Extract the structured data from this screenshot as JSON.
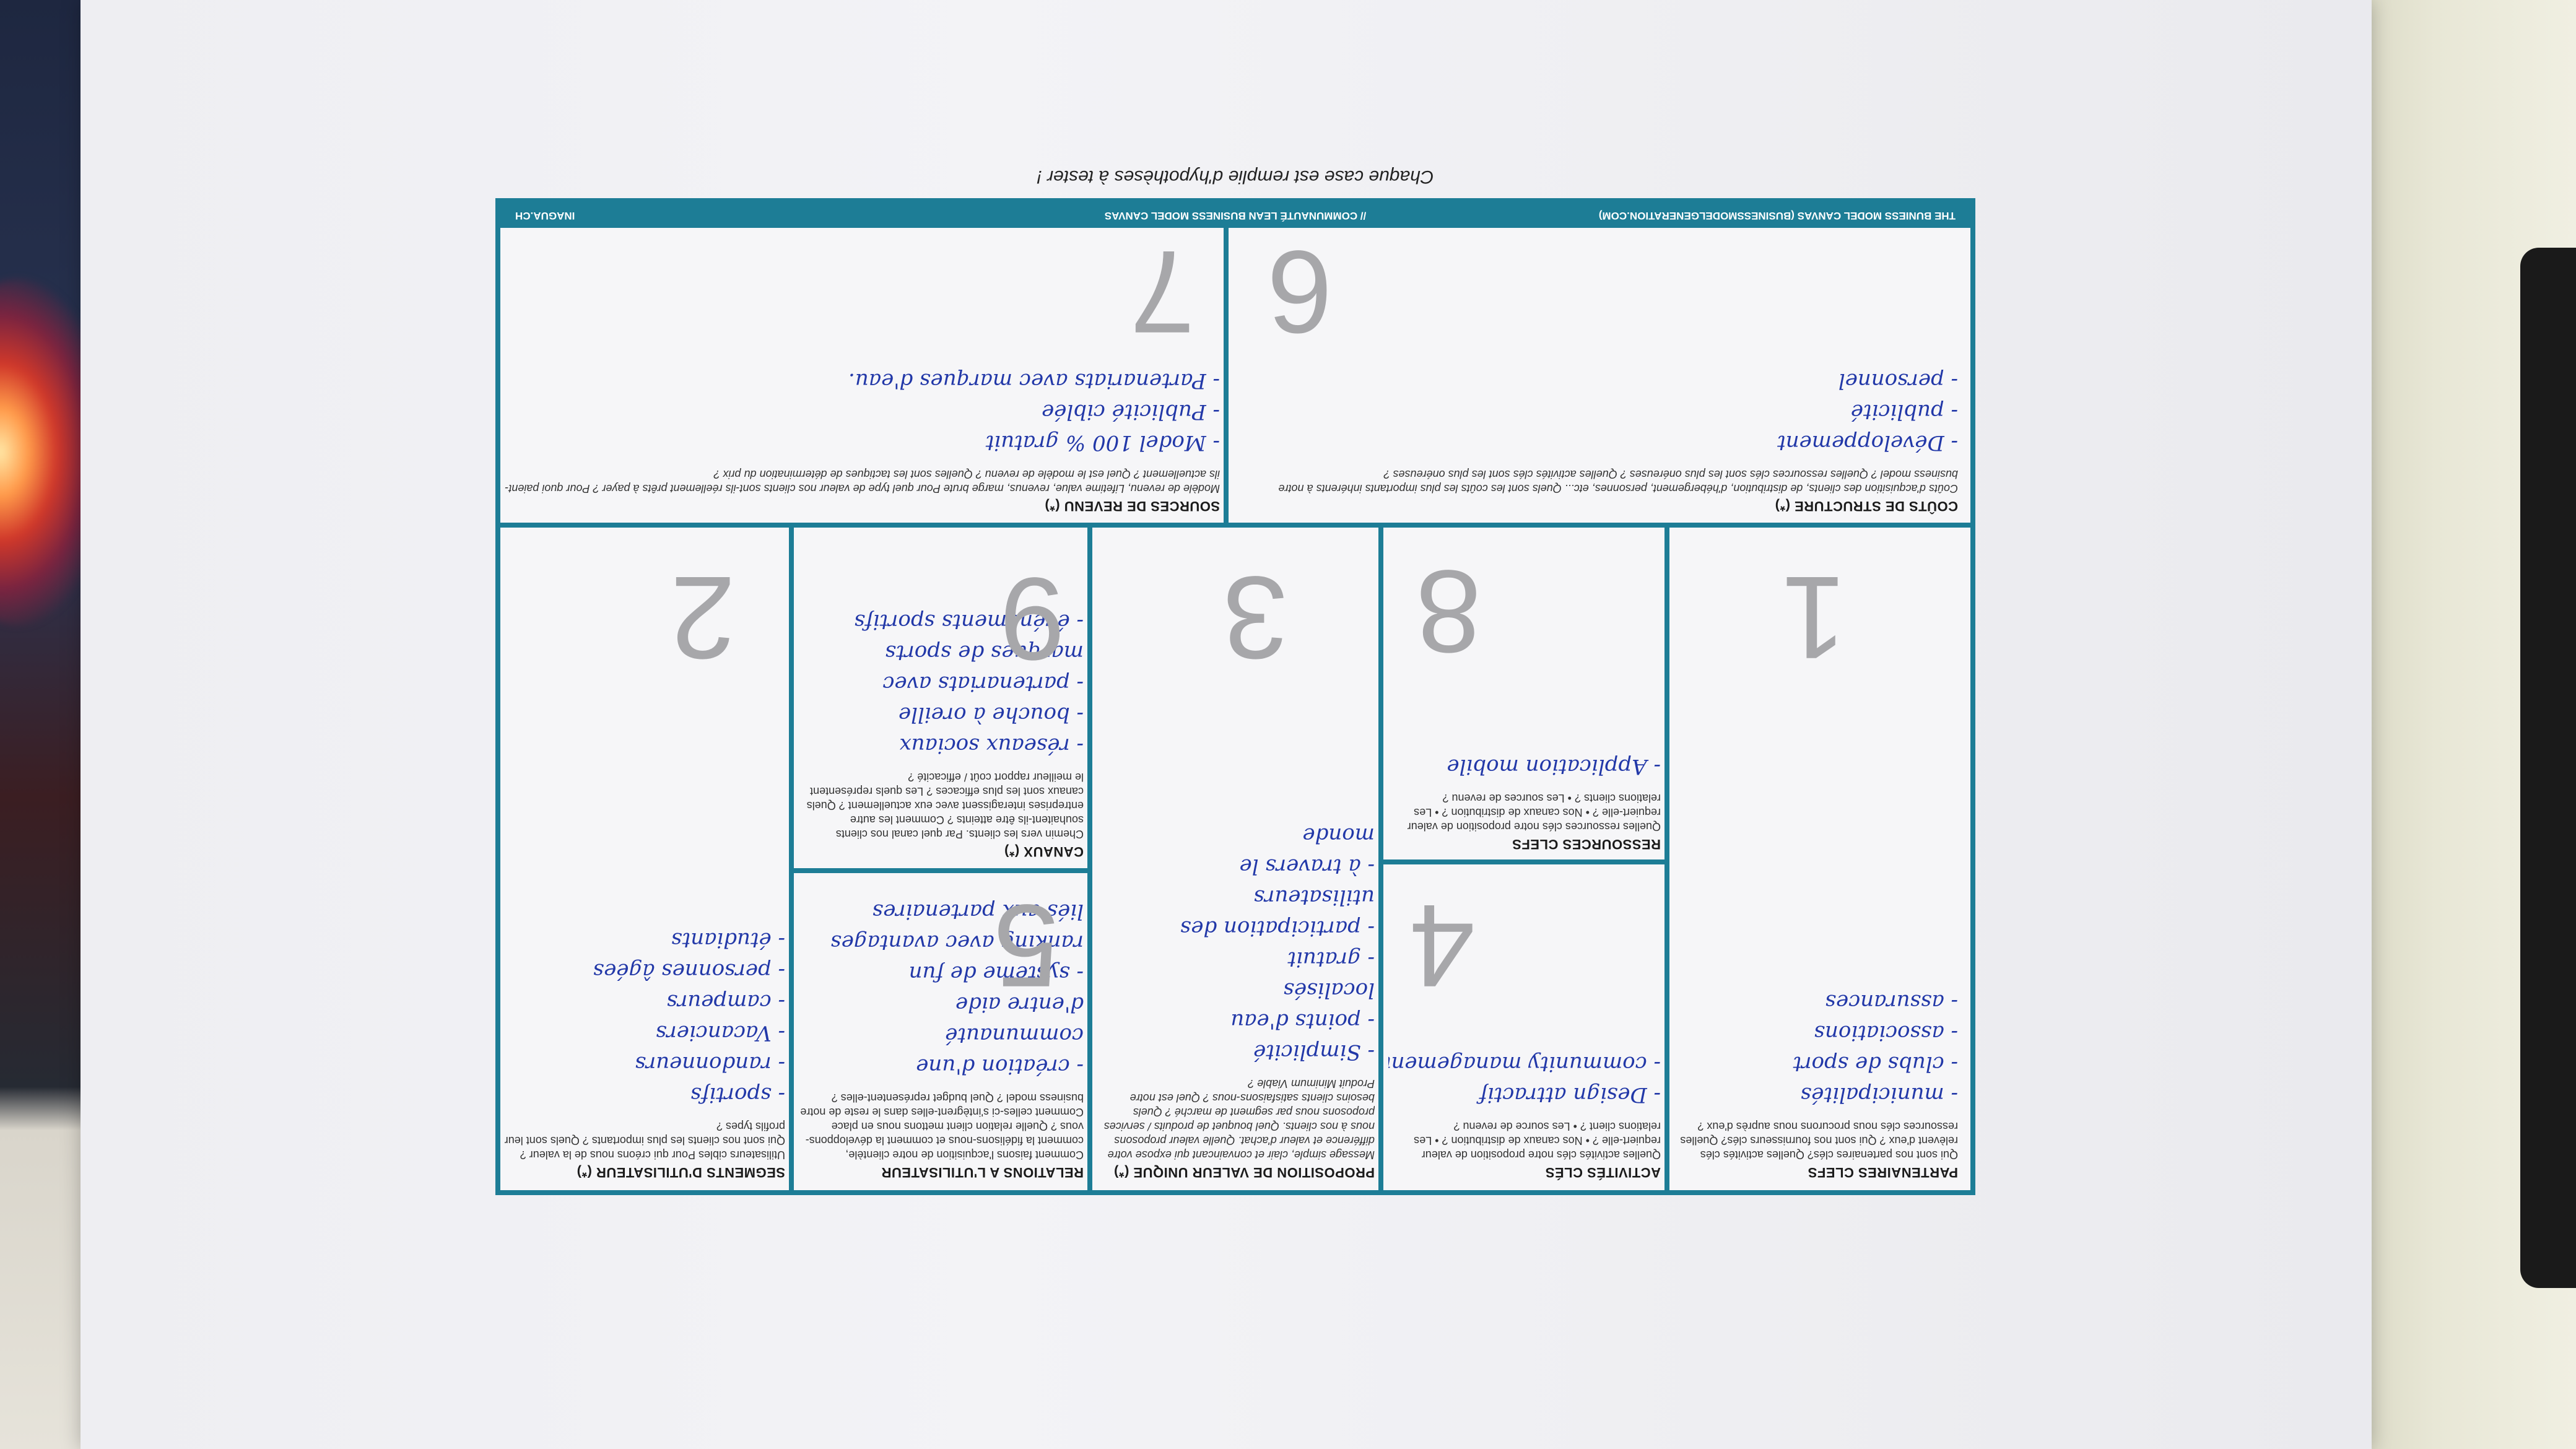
{
  "header": {
    "caption": "Chaque case est remplie d'hypothèses à tester !"
  },
  "footer": {
    "left": "THE BUNIESS MODEL CANVAS (BUSINESSMODELGENERATION.COM)",
    "middle": "// COMMUNAUTÉ LEAN BUSINESS MODEL CANVAS",
    "right": "INAGUA.CH"
  },
  "cells": {
    "partenaires": {
      "title": "PARTENAIRES CLEFS",
      "desc": "Qui sont nos partenaires clés? Quelles activités clés relèvent d'eux ? Qui sont nos fournisseurs clés? Quelles ressources clés nous procurons nous auprès d'eux ?",
      "number": "1",
      "notes": [
        "- municipalités",
        "- clubs de sport",
        "- associations",
        "- assurances"
      ]
    },
    "activites": {
      "title": "ACTIVITÉS CLÉS",
      "desc": "Quelles activités clés notre proposition de valeur requiert-elle ? • Nos canaux de distribution ? • Les relations client ? • Les source de revenu ?",
      "number": "4",
      "notes": [
        "- Design attractif",
        "- community management"
      ]
    },
    "ressources": {
      "title": "RESSOURCES CLEFS",
      "desc": "Quelles ressources clés notre proposition de valeur requiert-elle ? • Nos canaux de distribution ? • Les relations clients ? • Les sources de revenu ?",
      "number": "8",
      "notes": [
        "- Application mobile"
      ]
    },
    "proposition": {
      "title": "PROPOSITION DE VALEUR UNIQUE (*)",
      "desc": "Message simple, clair et convaincant qui expose votre différence et valeur d'achat. Quelle valeur proposons nous à nos clients. Quel bouquet de produits / services proposons nous par segment de marché ? Quels besoins clients satisfaisons-nous ? Quel est notre Produit Minimum Viable ?",
      "number": "3",
      "notes": [
        "- Simplicité",
        "- points d'eau",
        "  localisés",
        "- gratuit",
        "- participation des",
        "  utilisateurs",
        "- à travers le",
        "  monde"
      ]
    },
    "relations": {
      "title": "RELATIONS A L'UTILISATEUR",
      "desc": "Comment faisons l'acquisition de notre clientèle, comment la fidélisons-nous et comment la développons-vous ? Quelle relation client mettons nous en place Comment celles-ci s'intègrent-elles dans le reste de notre business model ? Quel budget représentent-elles ?",
      "number": "5",
      "notes": [
        "- création d'une",
        "  communauté",
        "  d'entre aide",
        "- système de fun",
        "  ranking avec avantages",
        "  liés aux partenaires"
      ]
    },
    "canaux": {
      "title": "CANAUX (*)",
      "desc": "Chemin vers les clients. Par quel canal nos clients souhaitent-ils être atteints ? Comment les autre entreprises interagissent avec eux actuellement ? Quels canaux sont les plus efficaces ? Les quels représentent le meilleur rapport coût / efficacité ?",
      "number": "9",
      "notes": [
        "- réseaux sociaux",
        "- bouche à oreille",
        "- partenariats avec",
        "  marques de sports",
        "- événements sportifs"
      ]
    },
    "segments": {
      "title": "SEGMENTS D'UTILISATEUR (*)",
      "desc": "Utilisateurs cibles Pour qui créons nous de la valeur ? Qui sont nos clients les plus importants ? Quels sont leur profils types ?",
      "number": "2",
      "notes": [
        "- sportifs",
        "- randonneurs",
        "- Vacanciers",
        "- campeurs",
        "- personnes âgées",
        "- étudiants"
      ]
    },
    "couts": {
      "title": "COÛTS DE STRUCTURE (*)",
      "desc": "Coûts d'acquisition des clients, de distribution, d'hébergement, personnes, etc... Quels sont les coûts les plus importants inhérents à notre business model ? Quelles ressources clés sont les plus onéreuses ? Quelles activités clés sont les plus onéreuses ?",
      "number": "6",
      "notes": [
        "- Développement",
        "- publicité",
        "- personnel"
      ]
    },
    "revenus": {
      "title": "SOURCES DE REVENU (*)",
      "desc": "Modèle de revenu, Lifetime value, revenus, marge brute Pour quel type de valeur nos clients sont-ils réellement prêts à payer ? Pour quoi paient-ils actuellement ? Quel est le modèle de revenu ? Quelles sont les tactiques de détermination du prix ?",
      "number": "7",
      "notes": [
        "- Model 100 % gratuit",
        "- Publicité ciblée",
        "- Partenariats avec marques d'eau."
      ]
    }
  }
}
